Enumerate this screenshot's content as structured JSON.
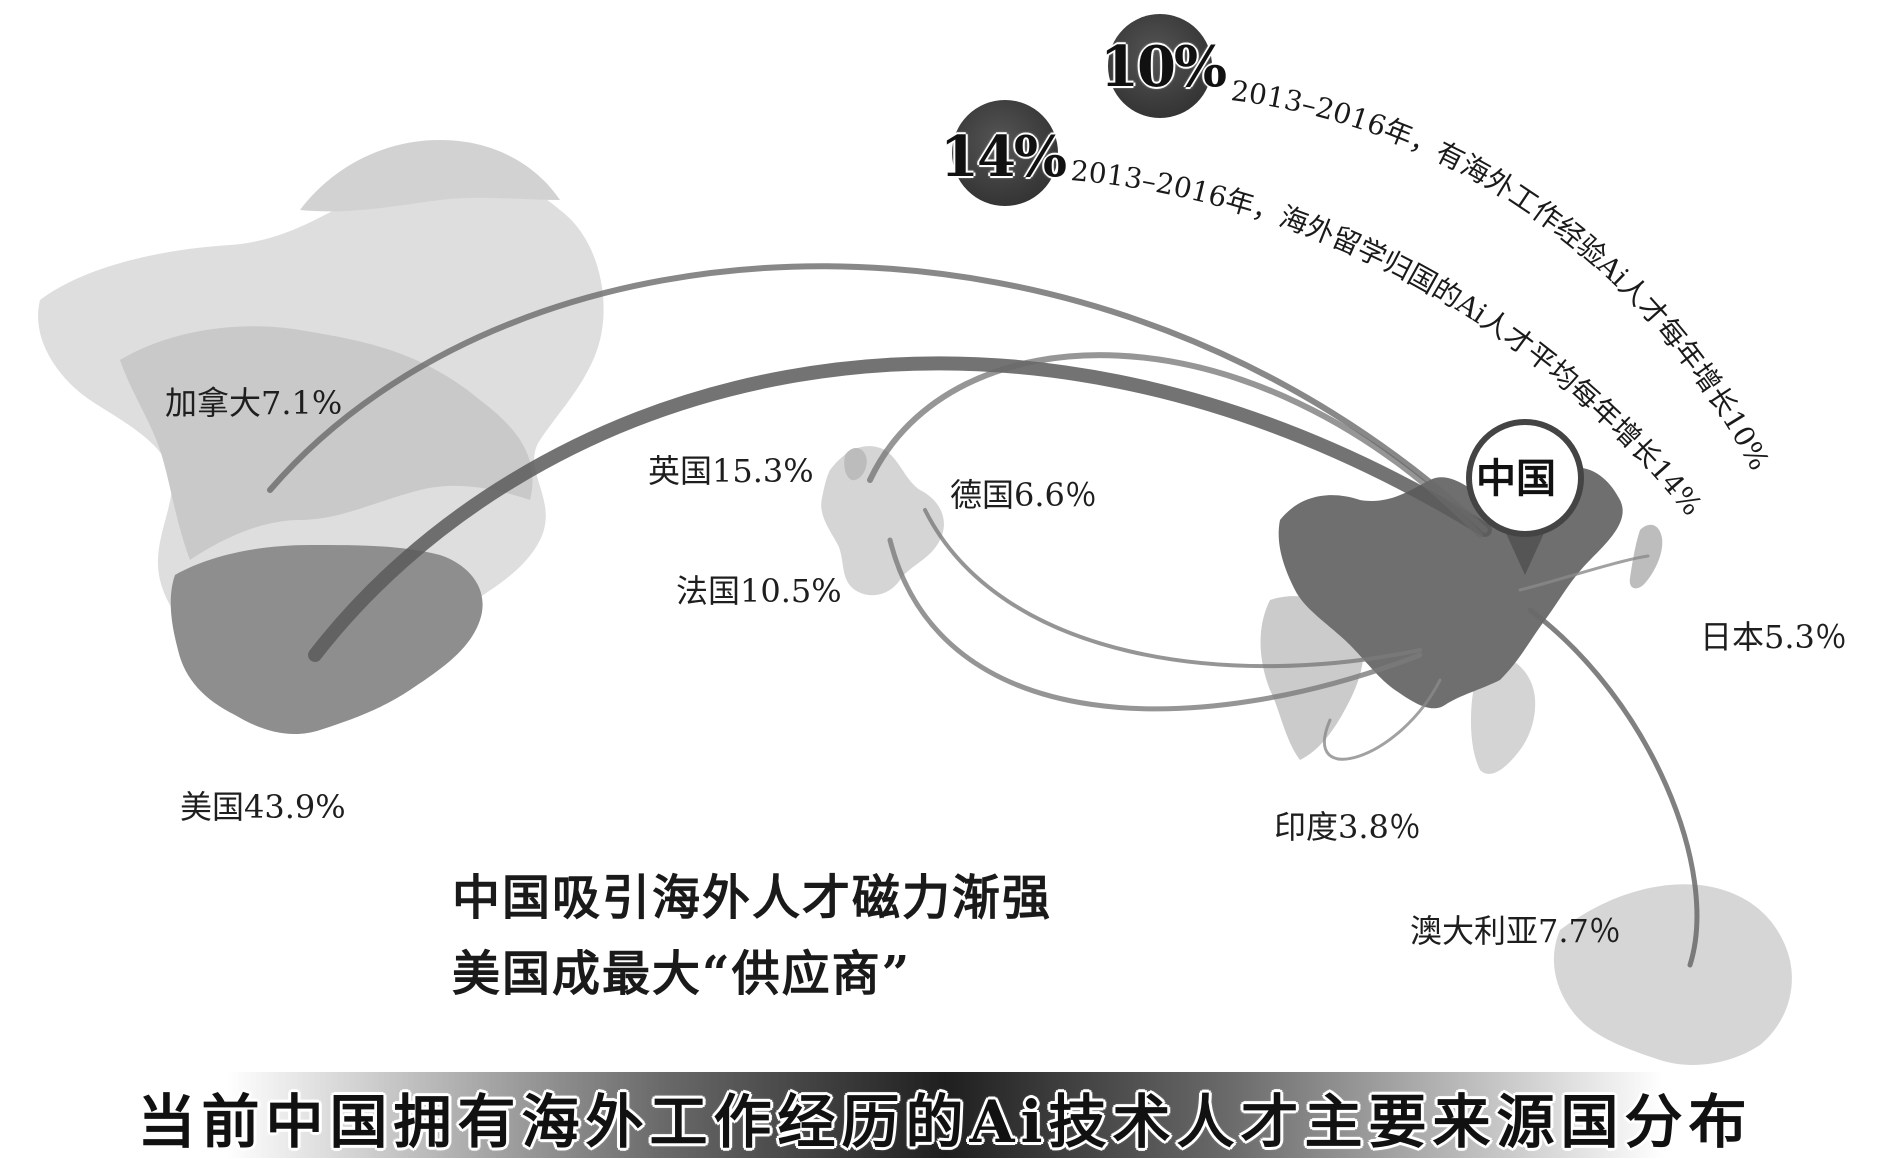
{
  "footer_title": "当前中国拥有海外工作经历的Ai技术人才主要来源国分布",
  "headline": {
    "line1": "中国吸引海外人才磁力渐强",
    "line2": "美国成最大“供应商”"
  },
  "stats": [
    {
      "value": "10%",
      "caption": "2013–2016年，有海外工作经验Ai人才每年增长10%"
    },
    {
      "value": "14%",
      "caption": "2013–2016年，海外留学归国的Ai人才平均每年增长14%"
    }
  ],
  "china_pin": "中国",
  "countries": {
    "canada": "加拿大7.1%",
    "uk": "英国15.3%",
    "germany": "德国6.6％",
    "france": "法国10.5%",
    "usa": "美国43.9%",
    "japan": "日本5.3％",
    "india": "印度3.8％",
    "australia": "澳大利亚7.7％"
  },
  "colors": {
    "land_light": "#d8d8d8",
    "land_mid": "#a9a9a9",
    "land_dark": "#6f6f6f",
    "flow_line": "#707070",
    "badge": "#3d3d3d"
  }
}
